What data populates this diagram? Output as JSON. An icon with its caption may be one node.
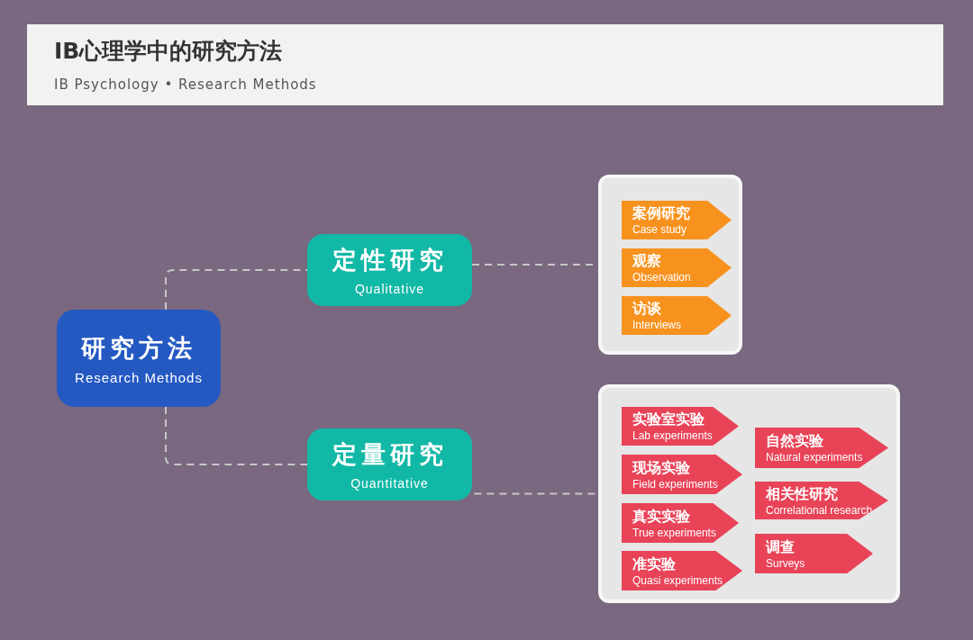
{
  "diagram": {
    "title": "IB心理学中的研究方法",
    "nodes": [
      {
        "text": [
          "研究方法",
          "Research Methods"
        ]
      },
      {
        "text": [
          "定性研究",
          "Qualitative"
        ]
      },
      {
        "text": [
          "定量研究",
          "Quantitative"
        ]
      },
      {
        "text": [],
        "shape": "box"
      },
      {
        "text": [
          "案例研究",
          "Case study"
        ],
        "in": 3
      },
      {
        "text": [
          "观察",
          "Observation"
        ],
        "in": 3
      },
      {
        "text": [
          "访谈",
          "Interviews"
        ],
        "in": 3
      },
      {
        "text": [],
        "shape": "box"
      },
      {
        "text": [
          "实验室实验",
          "Lab experiments"
        ],
        "in": 7
      },
      {
        "text": [
          "现场实验",
          "Field experiments"
        ],
        "in": 7
      },
      {
        "text": [
          "真实实验",
          "True experiments"
        ],
        "in": 7
      },
      {
        "text": [
          "准实验",
          "Quasi experiments"
        ],
        "in": 7
      },
      {
        "text": [
          "自然实验",
          "Natural experiments"
        ],
        "in": 7
      },
      {
        "text": [
          "相关性研究",
          "Correlational research"
        ],
        "in": 7
      },
      {
        "text": [
          "调查",
          "Surveys"
        ],
        "in": 7
      }
    ],
    "edges": [
      {
        "from": 0,
        "to": 1,
        "arrow": "none",
        "style": "dashed"
      },
      {
        "from": 0,
        "to": 2,
        "arrow": "none",
        "style": "dashed"
      },
      {
        "from": 1,
        "to": 3,
        "arrow": "none",
        "style": "dashed"
      },
      {
        "from": 2,
        "to": 7,
        "arrow": "none",
        "style": "dashed"
      }
    ],
    "labels": [
      "IB Psychology • Research Methods"
    ]
  }
}
